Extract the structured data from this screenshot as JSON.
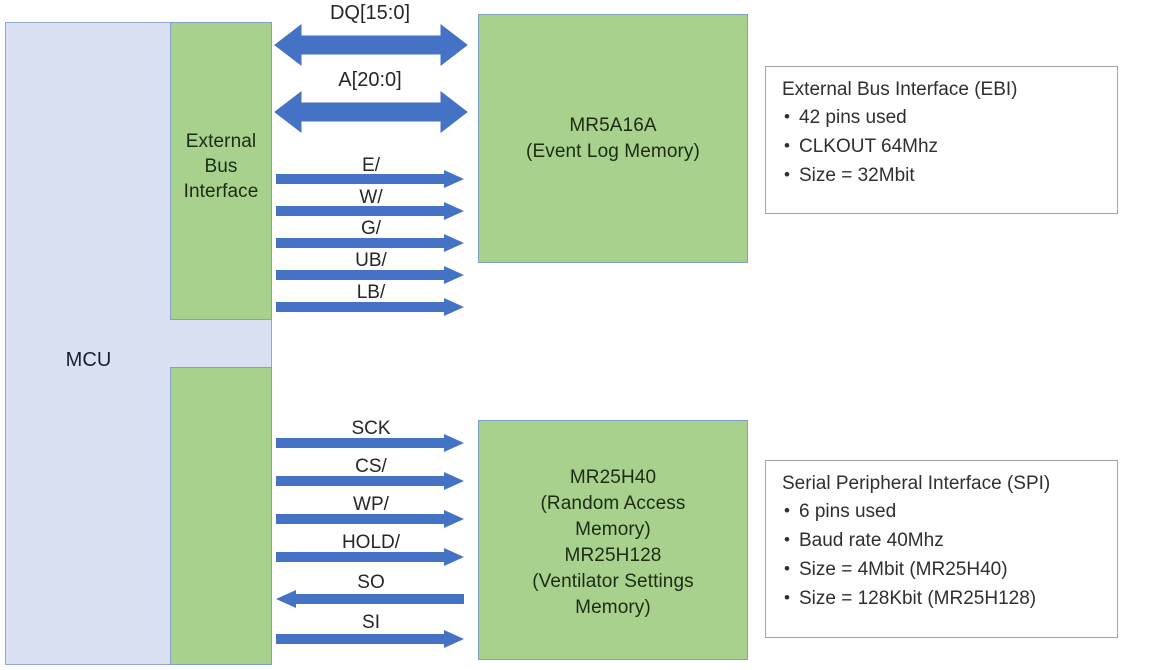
{
  "diagram": {
    "title": "MCU external memory interface block diagram",
    "colors": {
      "mcu_fill": "#d9e1f2",
      "peripheral_fill": "#a9d18e",
      "arrow": "#4472c4",
      "block_border": "#7f9fcc",
      "infobox_border": "#a6a6a6",
      "text": "#2f2f2f"
    }
  },
  "mcu": {
    "label": "MCU",
    "blocks": [
      {
        "id": "ebi",
        "label_lines": [
          "External",
          "Bus",
          "Interface"
        ]
      },
      {
        "id": "spi",
        "label_lines": []
      }
    ]
  },
  "memories": [
    {
      "id": "mr5a16a",
      "lines": [
        "MR5A16A",
        "(Event Log Memory)"
      ]
    },
    {
      "id": "mr25h",
      "lines": [
        "MR25H40",
        "(Random Access",
        "Memory)",
        "MR25H128",
        "(Ventilator Settings",
        "Memory)"
      ]
    }
  ],
  "buses": {
    "ebi": [
      {
        "name": "DQ[15:0]",
        "direction": "bidirectional",
        "style": "wide"
      },
      {
        "name": "A[20:0]",
        "direction": "bidirectional",
        "style": "wide"
      },
      {
        "name": "E/",
        "direction": "right",
        "style": "thin"
      },
      {
        "name": "W/",
        "direction": "right",
        "style": "thin"
      },
      {
        "name": "G/",
        "direction": "right",
        "style": "thin"
      },
      {
        "name": "UB/",
        "direction": "right",
        "style": "thin"
      },
      {
        "name": "LB/",
        "direction": "right",
        "style": "thin"
      }
    ],
    "spi": [
      {
        "name": "SCK",
        "direction": "right",
        "style": "thin"
      },
      {
        "name": "CS/",
        "direction": "right",
        "style": "thin"
      },
      {
        "name": "WP/",
        "direction": "right",
        "style": "thin"
      },
      {
        "name": "HOLD/",
        "direction": "right",
        "style": "thin"
      },
      {
        "name": "SO",
        "direction": "left",
        "style": "thin"
      },
      {
        "name": "SI",
        "direction": "right",
        "style": "thin"
      }
    ]
  },
  "notes": {
    "ebi": {
      "title": "External Bus Interface (EBI)",
      "items": [
        "42 pins used",
        "CLKOUT 64Mhz",
        "Size = 32Mbit"
      ]
    },
    "spi": {
      "title": "Serial Peripheral Interface (SPI)",
      "items": [
        "6 pins used",
        "Baud rate 40Mhz",
        "Size = 4Mbit (MR25H40)",
        "Size = 128Kbit (MR25H128)"
      ]
    }
  }
}
